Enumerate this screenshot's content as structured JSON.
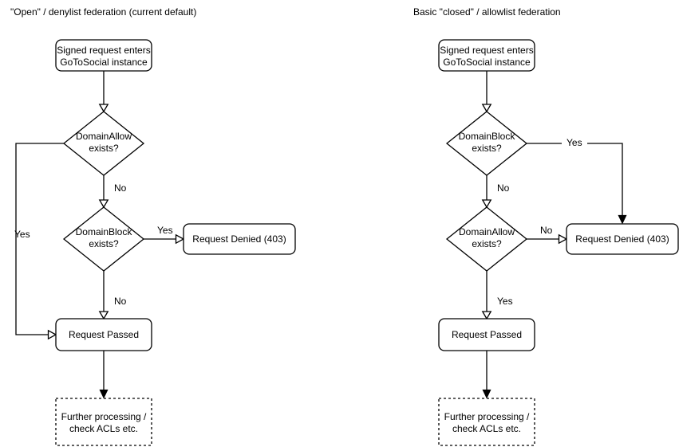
{
  "colors": {
    "stroke": "#000000",
    "text": "#000000",
    "background": "#ffffff"
  },
  "left_chart": {
    "title": "\"Open\" / denylist federation (current default)",
    "start": [
      "Signed request enters",
      "GoToSocial instance"
    ],
    "decision1": [
      "DomainAllow",
      "exists?"
    ],
    "decision2": [
      "DomainBlock",
      "exists?"
    ],
    "denied": "Request Denied (403)",
    "passed": "Request Passed",
    "further": [
      "Further processing /",
      "check ACLs etc."
    ],
    "labels": {
      "d1_yes": "Yes",
      "d1_no": "No",
      "d2_yes": "Yes",
      "d2_no": "No"
    }
  },
  "right_chart": {
    "title": "Basic \"closed\" / allowlist federation",
    "start": [
      "Signed request enters",
      "GoToSocial instance"
    ],
    "decision1": [
      "DomainBlock",
      "exists?"
    ],
    "decision2": [
      "DomainAllow",
      "exists?"
    ],
    "denied": "Request Denied (403)",
    "passed": "Request Passed",
    "further": [
      "Further processing /",
      "check ACLs etc."
    ],
    "labels": {
      "d1_yes": "Yes",
      "d1_no": "No",
      "d2_no": "No",
      "d2_yes": "Yes"
    }
  }
}
